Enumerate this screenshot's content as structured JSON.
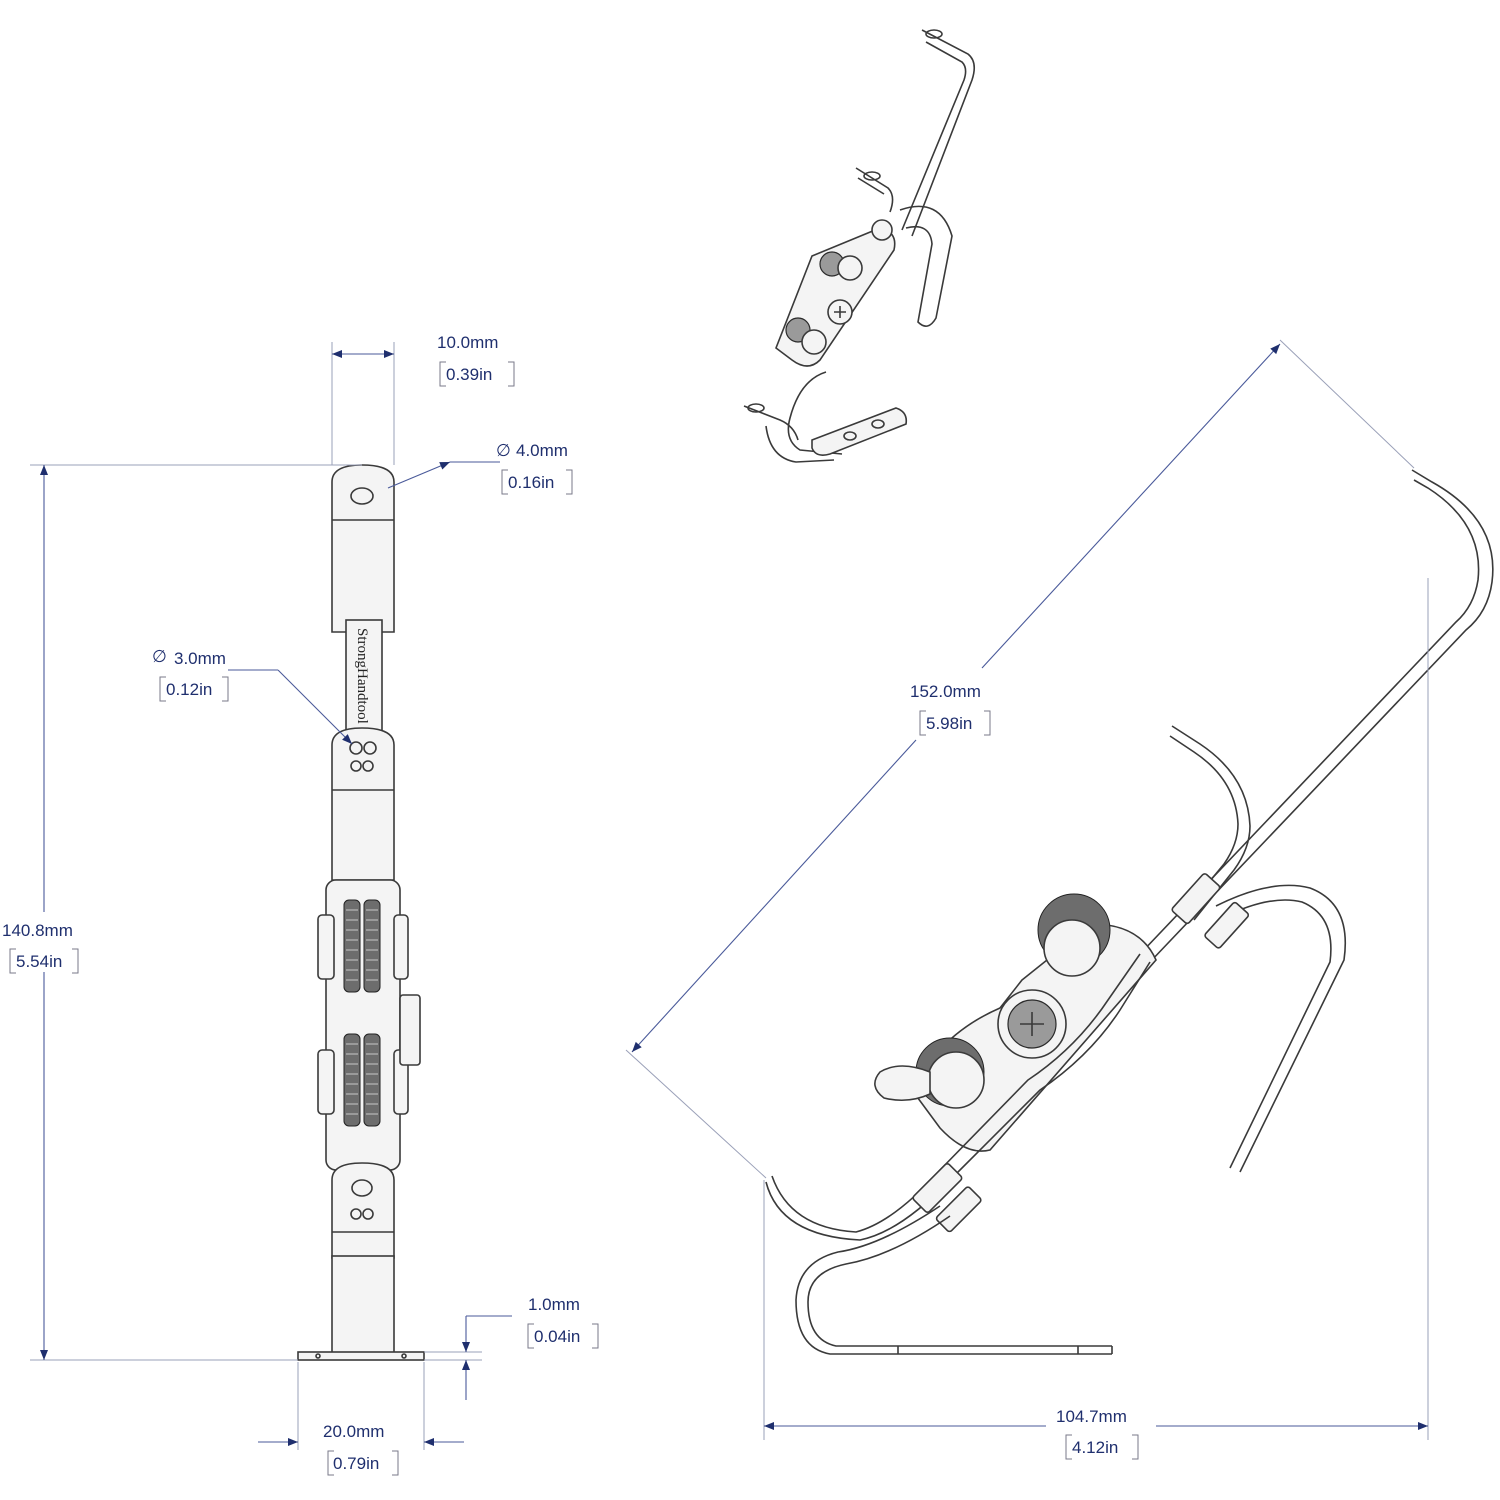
{
  "part_label": "StrongHandtool",
  "dimensions": {
    "top_width": {
      "mm": "10.0mm",
      "in": "0.39in"
    },
    "hole_large": {
      "symbol": "∅",
      "mm": "4.0mm",
      "in": "0.16in"
    },
    "hole_small": {
      "symbol": "∅",
      "mm": "3.0mm",
      "in": "0.12in"
    },
    "height": {
      "mm": "140.8mm",
      "in": "5.54in"
    },
    "thickness": {
      "mm": "1.0mm",
      "in": "0.04in"
    },
    "base_width": {
      "mm": "20.0mm",
      "in": "0.79in"
    },
    "arm_length": {
      "mm": "152.0mm",
      "in": "5.98in"
    },
    "spread_width": {
      "mm": "104.7mm",
      "in": "4.12in"
    }
  },
  "colors": {
    "dimension_text": "#1f2f6e",
    "outline": "#3a3a3a"
  }
}
